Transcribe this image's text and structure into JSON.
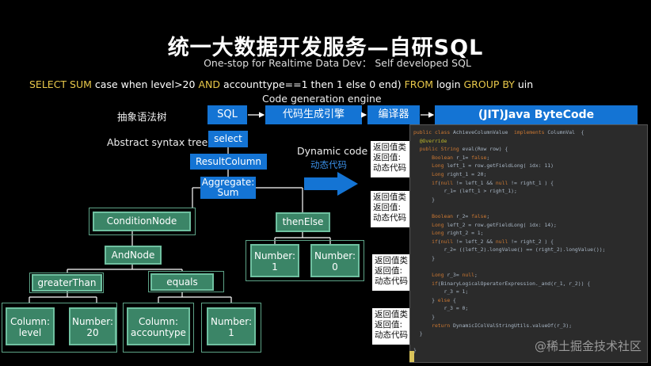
{
  "title": "统一大数据开发服务—自研SQL",
  "subtitle": "One-stop for Realtime Data Dev：  Self developed SQL",
  "sql_statement": {
    "select_kw": "SELECT",
    "sum_kw": "SUM",
    "case_part": "case when level>20",
    "and_kw": "AND",
    "cond_part": "accounttype==1  then 1 else 0 end)",
    "from_kw": "FROM",
    "table": "login",
    "group_kw": "GROUP BY",
    "group_col": "uin"
  },
  "code_generation_label": "Code generation engine",
  "ast_label_cn": "抽象语法树",
  "ast_label_en": "Abstract syntax tree",
  "dynamic_code_en": "Dynamic code",
  "dynamic_code_cn": "动态代码",
  "pipeline": [
    "SQL",
    "代码生成引擎",
    "编译器",
    "(JIT)Java ByteCode"
  ],
  "tree": {
    "select": "select",
    "result_column": "ResultColumn",
    "aggregate": [
      "Aggregate:",
      "Sum"
    ],
    "condition_node": "ConditionNode",
    "then_else": "thenElse",
    "and_node": "AndNode",
    "greater_than": "greaterThan",
    "equals": "equals",
    "number_1a": [
      "Number:",
      "1"
    ],
    "number_0": [
      "Number:",
      "0"
    ],
    "column_level": [
      "Column:",
      "level"
    ],
    "number_20": [
      "Number:",
      "20"
    ],
    "column_accounttype": [
      "Column:",
      "accountype"
    ],
    "number_1b": [
      "Number:",
      "1"
    ]
  },
  "return_boxes": [
    [
      "返回值类",
      "返回值:",
      "动态代码"
    ],
    [
      "返回值类",
      "返回值:",
      "动态代码"
    ],
    [
      "返回值类",
      "返回值:",
      "动态代码"
    ],
    [
      "返回值类",
      "返回值:",
      "动态代码"
    ]
  ],
  "code_lines": [
    "public class AchieveColumnValue  implements ColumnVal  {",
    "  @Override",
    "  public String eval(Row row) {",
    "      Boolean r_1= false;",
    "      Long left_1 = row.getFieldLong( idx: 11)",
    "      Long right_1 = 20;",
    "      if(null != left_1 && null != right_1 ) {",
    "          r_1= (left_1 > right_1);",
    "      }",
    "",
    "      Boolean r_2= false;",
    "      Long left_2 = row.getFieldLong( idx: 14);",
    "      Long right_2 = 1;",
    "      if(null != left_2 && null != right_2 ) {",
    "          r_2= ((left_2).longValue() == (right_2).longValue());",
    "      }",
    "",
    "      Long r_3= null;",
    "      if(BinaryLogicalOperatorExpression._and(r_1, r_2)) {",
    "          r_3 = 1;",
    "      } else {",
    "          r_3 = 0;",
    "      }",
    "      return DynamicIColValStringUtils.valueOf(r_3);",
    "  }",
    "",
    "}"
  ],
  "watermark": "@稀土掘金技术社区"
}
